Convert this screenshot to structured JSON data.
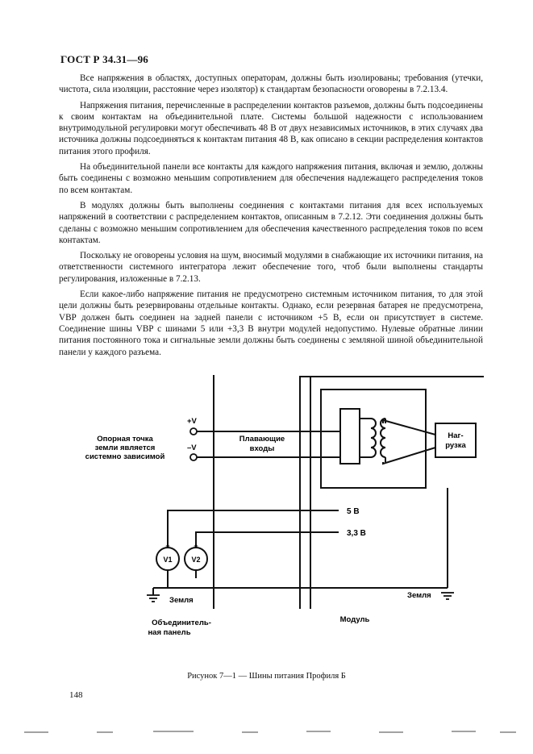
{
  "header": {
    "doc_title": "ГОСТ Р 34.31—96"
  },
  "paragraphs": [
    "Все напряжения в областях, доступных операторам, должны быть изолированы; требования (утечки, чистота, сила изоляции, расстояние через изолятор) к стандартам безопасности оговорены в 7.2.13.4.",
    "Напряжения питания, перечисленные в распределении контактов разъемов, должны быть подсоединены к своим контактам на объединительной плате. Системы большой надежности с использованием внутримодульной регулировки могут обеспечивать 48 В от двух независимых источников, в этих случаях два источника должны подсоединяться к контактам питания 48 В, как описано в секции распределения контактов питания этого профиля.",
    "На объединительной панели все контакты для каждого напряжения питания, включая и землю, должны быть соединены с возможно меньшим сопротивлением для обеспечения надлежащего распределения токов по всем контактам.",
    "В модулях должны быть выполнены соединения с контактами питания для всех используемых напряжений в соответствии с распределением контактов, описанным в 7.2.12. Эти соединения должны быть сделаны с возможно меньшим сопротивлением для обеспечения качественного распределения токов по всем контактам.",
    "Поскольку не оговорены условия на шум, вносимый модулями в снабжающие их источники питания, на ответственности системного интегратора лежит обеспечение того, чтоб были выполнены стандарты регулирования, изложенные в 7.2.13.",
    "Если какое-либо напряжение питания не предусмотрено системным источником питания, то для этой цели должны быть резервированы отдельные контакты. Однако, если резервная батарея не предусмотрена, VBP должен быть соединен на задней панели с источником +5 В, если он присутствует в системе. Соединение шины VBP с шинами 5 или +3,3 В внутри модулей недопустимо. Нулевые обратные линии питания постоянного тока и сигнальные земли должны быть соединены с земляной шиной объединительной панели у каждого разъема."
  ],
  "figure": {
    "ref_point_line1": "Опорная точка",
    "ref_point_line2": "земли является",
    "ref_point_line3": "системно зависимой",
    "plus_v": "+V",
    "minus_v": "–V",
    "floating_line1": "Плавающие",
    "floating_line2": "входы",
    "load_line1": "Наг-",
    "load_line2": "рузка",
    "rail_5v": "5 В",
    "rail_33v": "3,3 В",
    "v1": "V1",
    "v2": "V2",
    "ground_left": "Земля",
    "ground_right": "Земля",
    "backplane_line1": "Объединитель-",
    "backplane_line2": "ная панель",
    "module": "Модуль"
  },
  "caption": "Рисунок 7—1 — Шины питания Профиля Б",
  "page_number": "148"
}
